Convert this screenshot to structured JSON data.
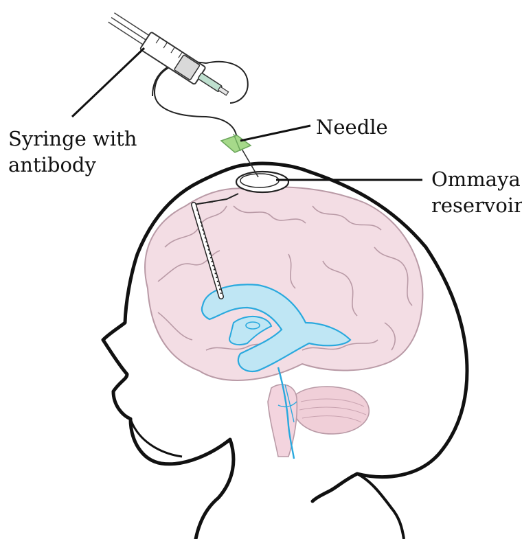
{
  "labels": {
    "syringe_line1": "Syringe with",
    "syringe_line2": "antibody",
    "needle": "Needle",
    "ommaya_line1": "Ommaya",
    "ommaya_line2": "reservoir"
  },
  "colors": {
    "outline": "#111111",
    "brain_fill": "#f3dde4",
    "brain_stroke": "#b99aa6",
    "ventricle_fill": "#bfe6f4",
    "ventricle_stroke": "#29a9de",
    "needle_wings": "#a6d98a",
    "syringe_body": "#e6e6e6"
  }
}
